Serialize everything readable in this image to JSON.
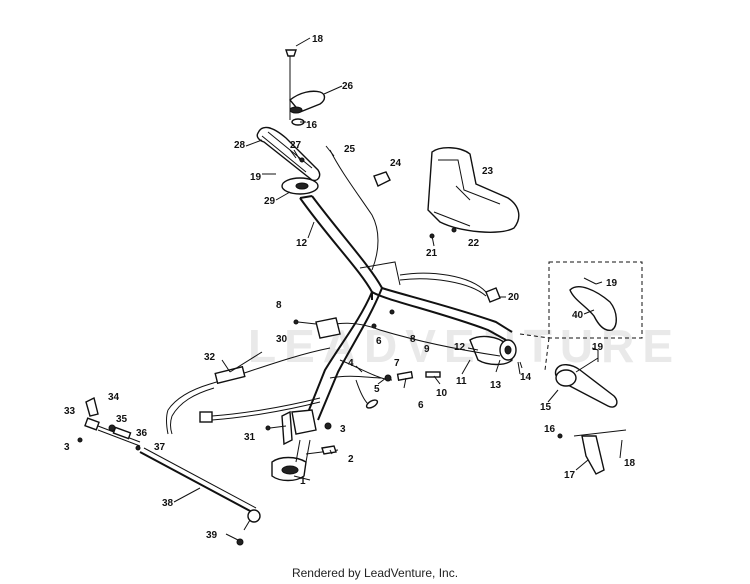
{
  "diagram": {
    "watermark": "LEADVENTURE",
    "callouts": [
      "1",
      "2",
      "3",
      "3",
      "4",
      "5",
      "6",
      "6",
      "7",
      "8",
      "8",
      "9",
      "10",
      "11",
      "12",
      "12",
      "13",
      "14",
      "15",
      "16",
      "16",
      "17",
      "18",
      "18",
      "19",
      "19",
      "19",
      "20",
      "21",
      "22",
      "23",
      "24",
      "25",
      "26",
      "27",
      "28",
      "29",
      "30",
      "31",
      "32",
      "33",
      "34",
      "35",
      "36",
      "37",
      "38",
      "39",
      "40"
    ]
  },
  "footer": {
    "text": "Rendered by LeadVenture, Inc."
  }
}
